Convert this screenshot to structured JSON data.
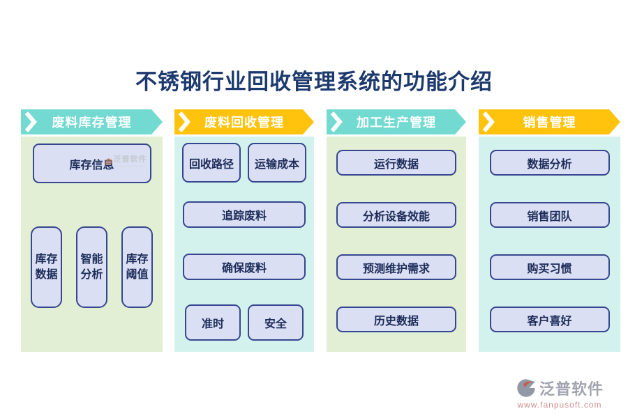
{
  "title": "不锈钢行业回收管理系统的功能介绍",
  "watermark": {
    "brand": "泛普软件",
    "sub": "FANPU SOFTWARE"
  },
  "columns": [
    {
      "header": "废料库存管理",
      "wide_box": "库存信息",
      "pillars": [
        "库存数据",
        "智能分析",
        "库存阈值"
      ]
    },
    {
      "header": "废料回收管理",
      "pair_top": [
        "回收路径",
        "运输成本"
      ],
      "rows": [
        "追踪废料",
        "确保废料"
      ],
      "pair_bottom": [
        "准时",
        "安全"
      ]
    },
    {
      "header": "加工生产管理",
      "rows": [
        "运行数据",
        "分析设备效能",
        "预测维护需求",
        "历史数据"
      ]
    },
    {
      "header": "销售管理",
      "rows": [
        "数据分析",
        "销售团队",
        "购买习惯",
        "客户喜好"
      ]
    }
  ],
  "footer": {
    "brand": "泛普软件",
    "url": "www.fanpusoft.com"
  },
  "colors": {
    "title": "#1d3a6e",
    "banner_teal": "#72dad0",
    "banner_yellow": "#ffc30e",
    "panel_green": "#e2efd4",
    "panel_cyan": "#d3f2ee",
    "box_fill": "#dadff4",
    "box_border": "#36468f",
    "box_text": "#1c2b58",
    "footer_brand": "#a1a3af",
    "footer_url": "#cd8f8f"
  }
}
